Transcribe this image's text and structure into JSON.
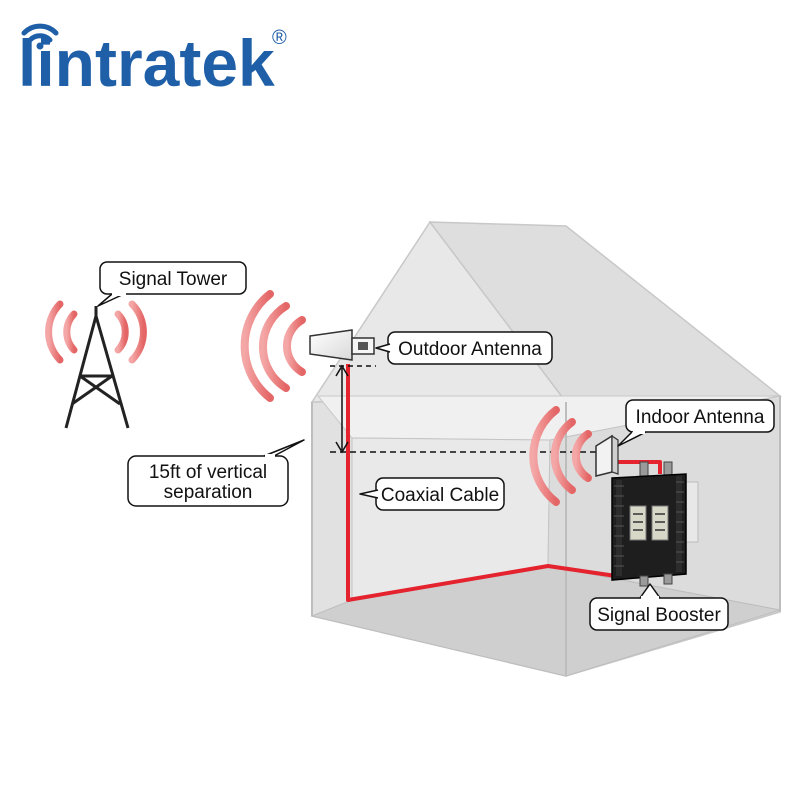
{
  "brand": {
    "name": "lintratek",
    "registered_mark": "®",
    "color": "#1f5fa8"
  },
  "labels": {
    "signal_tower": "Signal Tower",
    "outdoor_antenna": "Outdoor Antenna",
    "indoor_antenna": "Indoor Antenna",
    "coaxial_cable": "Coaxial Cable",
    "signal_booster": "Signal Booster",
    "vertical_separation_line1": "15ft of vertical",
    "vertical_separation_line2": "separation"
  },
  "colors": {
    "cable": "#e4232f",
    "signal_waves": "#f08c8c",
    "house_wall": "#d8d8d8",
    "house_roof": "#e6e6e6",
    "booster_body": "#1e1e1e"
  },
  "icons": [
    "signal-tower-icon",
    "outdoor-antenna-icon",
    "indoor-antenna-icon",
    "signal-booster-icon",
    "signal-wave-icon"
  ]
}
